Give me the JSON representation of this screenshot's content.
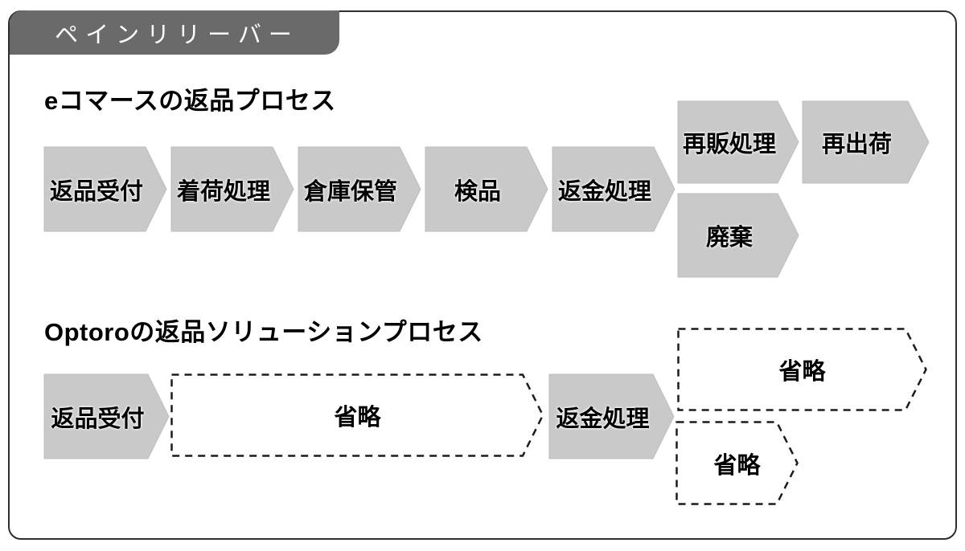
{
  "badge": {
    "label": "ペインリリーバー"
  },
  "diagram": {
    "section1": {
      "title": "eコマースの返品プロセス",
      "steps": [
        "返品受付",
        "着荷処理",
        "倉庫保管",
        "検品",
        "返金処理"
      ],
      "branch_top": [
        "再販処理",
        "再出荷"
      ],
      "branch_bottom": [
        "廃棄"
      ]
    },
    "section2": {
      "title": "Optoroの返品ソリューションプロセス",
      "steps": [
        "返品受付",
        "省略",
        "返金処理"
      ],
      "branch_top": [
        "省略"
      ],
      "branch_bottom": [
        "省略"
      ]
    }
  },
  "colors": {
    "arrow_fill": "#c9c9c9",
    "arrow_edge": "#bdbdbd",
    "badge_bg": "#6a6a6a",
    "badge_text": "#ffffff",
    "frame_border": "#2f2f2f",
    "dashed_border": "#1c1c1c",
    "text": "#000000"
  }
}
